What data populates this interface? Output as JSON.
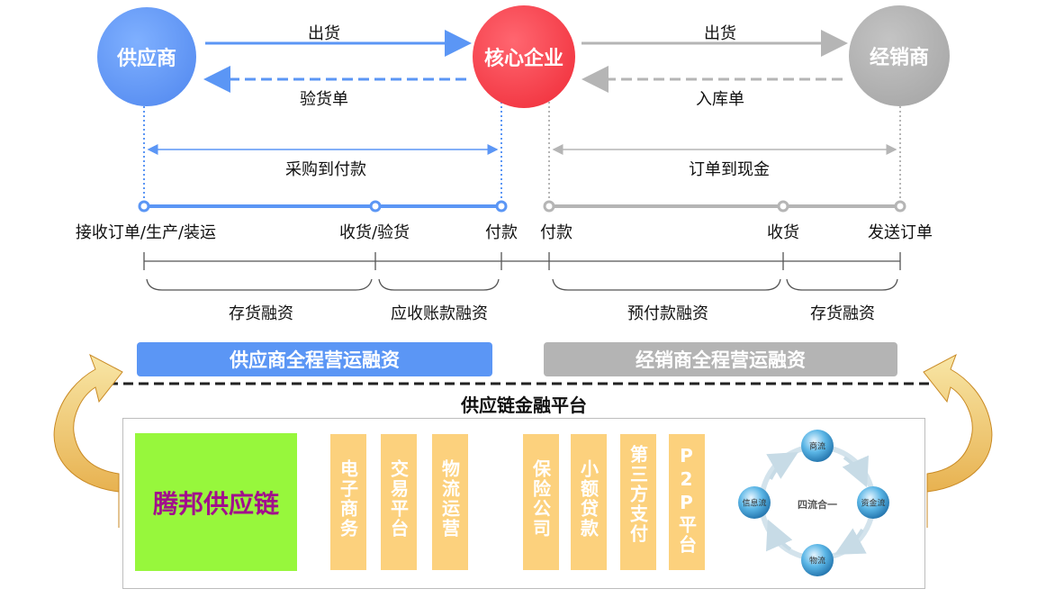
{
  "actors": {
    "supplier": "供应商",
    "core": "核心企业",
    "dealer": "经销商"
  },
  "arrows": {
    "ship_left": "出货",
    "inspection_doc": "验货单",
    "ship_right": "出货",
    "warehouse_doc": "入库单"
  },
  "cycles": {
    "purchase_to_pay": "采购到付款",
    "order_to_cash": "订单到现金"
  },
  "milestones": {
    "left": [
      "接收订单/生产/装运",
      "收货/验货",
      "付款"
    ],
    "right": [
      "付款",
      "收货",
      "发送订单"
    ]
  },
  "finance_types": [
    "存货融资",
    "应收账款融资",
    "预付款融资",
    "存货融资"
  ],
  "bands": {
    "supplier_finance": "供应商全程营运融资",
    "dealer_finance": "经销商全程营运融资"
  },
  "platform": {
    "title": "供应链金融平台",
    "brand": "腾邦供应链",
    "services": [
      "电子商务",
      "交易平台",
      "物流运营",
      "保险公司",
      "小额贷款",
      "第三方支付",
      "P2P平台"
    ],
    "flows": {
      "center": "四流合一",
      "top": "商流",
      "right": "资金流",
      "bottom": "物流",
      "left": "信息流"
    }
  },
  "colors": {
    "blue": "#5b96f5",
    "red": "#f5333f",
    "gray": "#ababab",
    "band_gray": "#b4b4b4",
    "orange_col": "#fcd17d",
    "brand_green": "#97f73c",
    "brand_text": "#a10f8c",
    "curve_arrow": "#e8b445"
  }
}
